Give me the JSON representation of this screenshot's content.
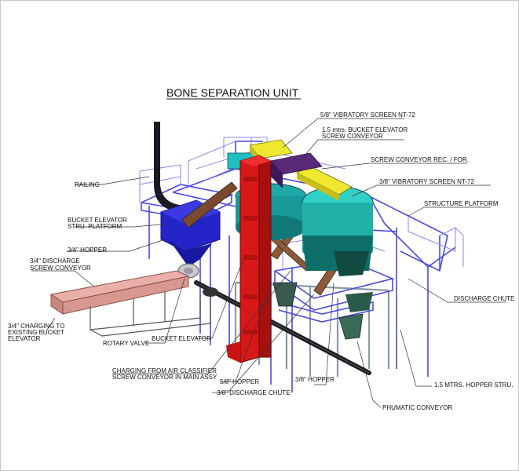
{
  "title": "BONE SEPARATION UNIT",
  "labels": {
    "vib58": "5/8\" VIBRATORY SCREEN NT-72",
    "bucket15_1": "1.5 mtrs. BUCKET ELEVATOR",
    "bucket15_2": "SCREW CONVEYOR",
    "screwrec": "SCREW CONVEYOR REC. / FOR.",
    "vib38": "3/8\" VIBRATORY SCREEN NT-72",
    "structplat": "STRUCTURE PLATFORM",
    "railing": "RAILING",
    "bestru1": "BUCKET ELEVATOR",
    "bestru2": "STRU. PLATFORM",
    "hopper34": "3/4\" HOPPER",
    "disc34_1": "3/4\" DISCHARGE",
    "disc34_2": "SCREW CONVEYOR",
    "discharge": "DISCHARGE CHUTE",
    "charg34_1": "3/4\" CHARGING TO",
    "charg34_2": "EXISTING BUCKET",
    "charg34_3": "ELEVATOR",
    "rotary": "ROTARY VALVE",
    "bucketel": "BUCKET ELEVATOR",
    "chargair1": "CHARGING FROM AIR CLASSIFIER",
    "chargair2": "SCREW CONVEYOR IN MAIN ASSY",
    "hopper58": "5/8\" HOPPER",
    "hopper38": "3/8\" HOPPER",
    "hopstru": "1.5 MTRS. HOPPER STRU.",
    "chute38": "3/8\" DISCHARGE CHUTE",
    "phumatic": "PHUMATIC CONVEYOR"
  },
  "colors": {
    "bucket_elevator": "#d81818",
    "screw_conveyor_top": "#e8e020",
    "hopper": "#2020c0",
    "screen": "#20b0b0",
    "structure": "#4a4ae0",
    "conveyor": "#e6a8a0",
    "duct": "#7a4a30"
  }
}
